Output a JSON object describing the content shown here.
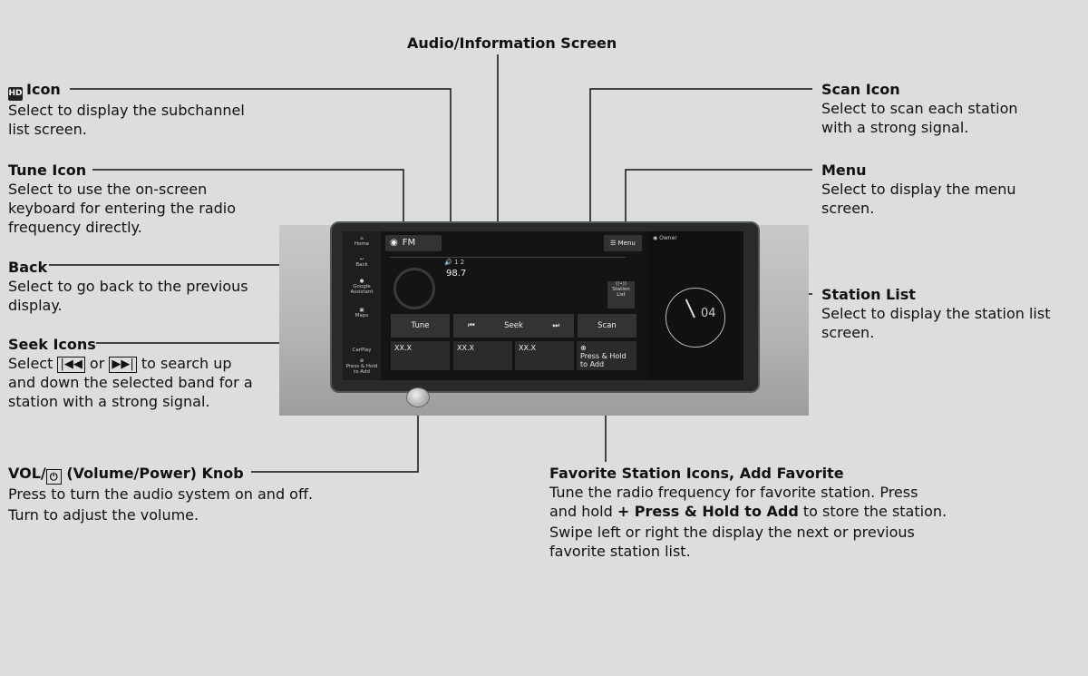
{
  "callouts": {
    "audio_screen": {
      "title": "Audio/Information Screen"
    },
    "hd_icon": {
      "icon_glyph": "HD",
      "title": "Icon",
      "desc": [
        "Select to display the subchannel",
        "list screen."
      ]
    },
    "tune_icon": {
      "title": "Tune Icon",
      "desc": [
        "Select to use the on-screen",
        "keyboard for entering the radio",
        "frequency directly."
      ]
    },
    "back": {
      "title": "Back",
      "desc": [
        "Select to go back to the previous",
        "display."
      ]
    },
    "seek_icons": {
      "title": "Seek Icons",
      "desc_pre": "Select",
      "glyph_prev": "|◀◀",
      "desc_or": "or",
      "glyph_next": "▶▶|",
      "desc_post": "to search up",
      "desc": [
        "and down the selected band for a",
        "station with a strong signal."
      ]
    },
    "vol_knob": {
      "title_pre": "VOL/",
      "pwr_glyph": "⏻",
      "title_post": "(Volume/Power) Knob",
      "desc": [
        "Press to turn the audio system on and off.",
        "Turn to adjust the volume."
      ]
    },
    "scan_icon": {
      "title": "Scan Icon",
      "desc": [
        "Select to scan each station",
        "with a strong signal."
      ]
    },
    "menu": {
      "title": "Menu",
      "desc": [
        "Select to display the menu",
        "screen."
      ]
    },
    "station_list": {
      "title": "Station List",
      "desc": [
        "Select to display the station list",
        "screen."
      ]
    },
    "favorites": {
      "title": "Favorite Station Icons, Add Favorite",
      "desc_1": "Tune the radio frequency for favorite station. Press",
      "desc_2_pre": "and hold",
      "desc_2_bold": "+ Press & Hold to Add",
      "desc_2_post": "to store the station.",
      "desc_3": "Swipe left or right the display the next or previous",
      "desc_4": "favorite station list."
    }
  },
  "screen": {
    "sidebar": [
      "Home",
      "Back",
      "Google Assistant",
      "Maps",
      "CarPlay",
      "Press & Hold to Add"
    ],
    "band": "FM",
    "hd_sub": "1 2",
    "frequency": "98.7",
    "menu_label": "Menu",
    "owner": "Owner",
    "station_list_label": "Station List",
    "clock_text": "04",
    "buttons": {
      "tune": "Tune",
      "seek": "Seek",
      "scan": "Scan"
    },
    "favorites": [
      "XX.X",
      "XX.X",
      "XX.X",
      "Press & Hold to Add"
    ],
    "colors": {
      "screen_bg": "#141414",
      "button_bg": "#333333"
    }
  }
}
